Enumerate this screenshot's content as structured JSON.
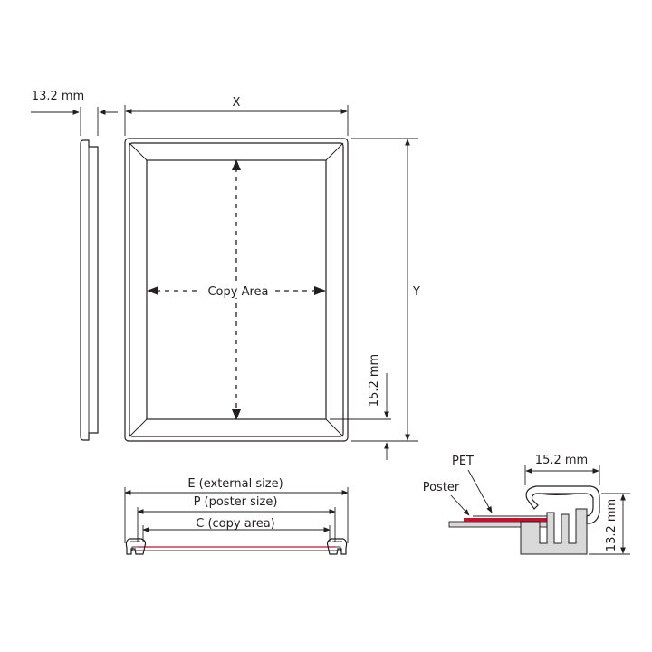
{
  "labels": {
    "side_depth": "13.2 mm",
    "width": "X",
    "height": "Y",
    "copy_area": "Copy Area",
    "border_width": "15.2 mm",
    "external_size": "E (external size)",
    "poster_size": "P (poster size)",
    "copy_size": "C (copy area)",
    "pet": "PET",
    "poster": "Poster",
    "profile_width": "15.2 mm",
    "profile_height": "13.2 mm"
  },
  "colors": {
    "line": "#231f20",
    "poster_strip": "#c8102e",
    "profile_fill": "#d9d9d9"
  }
}
